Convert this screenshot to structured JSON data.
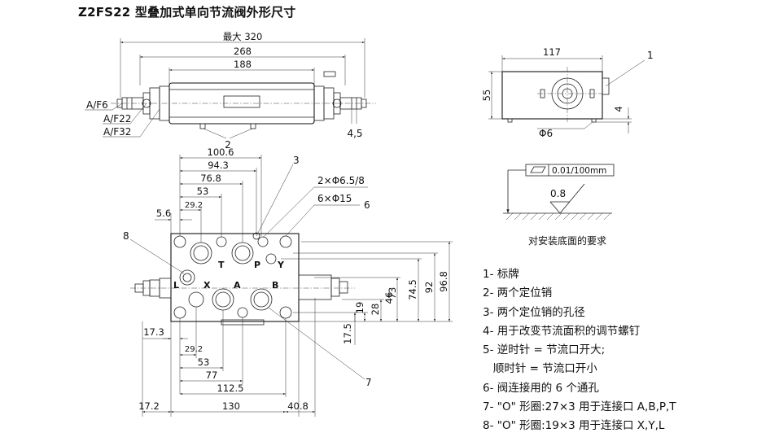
{
  "title": "Z2FS22 型叠加式单向节流阀外形尺寸",
  "top_view": {
    "dims": {
      "max_len": "最大 320",
      "len_268": "268",
      "len_188": "188",
      "d_4_5": "4,5"
    },
    "wrenches": {
      "af6": "A/F6",
      "af22": "A/F22",
      "af32": "A/F32"
    },
    "callout_2": "2"
  },
  "side_view": {
    "dims": {
      "width": "117",
      "height": "55",
      "d4": "4",
      "pin": "Φ6"
    },
    "callout_1": "1"
  },
  "surface": {
    "flatness": "0.01/100mm",
    "roughness": "0.8",
    "caption": "对安装底面的要求"
  },
  "front_view": {
    "top_dims": {
      "d100_6": "100.6",
      "d94_3": "94.3",
      "d76_8": "76.8",
      "d53": "53",
      "d29_2": "29.2",
      "d5_6": "5.6"
    },
    "holes": {
      "pin_holes": "2×Φ6.5/8",
      "thru_holes": "6×Φ15"
    },
    "right_dims": {
      "d19": "19",
      "d28": "28",
      "d46": "46",
      "d73": "73",
      "d74_5": "74.5",
      "d92": "92",
      "d96_8": "96.8"
    },
    "d17_5": "17.5",
    "bottom_dims": {
      "d17_3": "17.3",
      "d29_2": "29.2",
      "d53": "53",
      "d77": "77",
      "d112_5": "112.5",
      "d17_2": "17.2",
      "d130": "130",
      "d40_8": "40.8"
    },
    "ports": {
      "t": "T",
      "p": "P",
      "y": "Y",
      "l": "L",
      "x": "X",
      "a": "A",
      "b": "B"
    },
    "callouts": {
      "c3": "3",
      "c6": "6",
      "c7": "7",
      "c8": "8"
    }
  },
  "legend": [
    "1- 标牌",
    "2- 两个定位销",
    "3- 两个定位销的孔径",
    "4- 用于改变节流面积的调节螺钉",
    "5- 逆时针 = 节流口开大;",
    "   顺时针 = 节流口开小",
    "6- 阀连接用的 6 个通孔",
    "7- \"O\" 形圈:27×3 用于连接口 A,B,P,T",
    "8- \"O\" 形圈:19×3 用于连接口 X,Y,L"
  ]
}
